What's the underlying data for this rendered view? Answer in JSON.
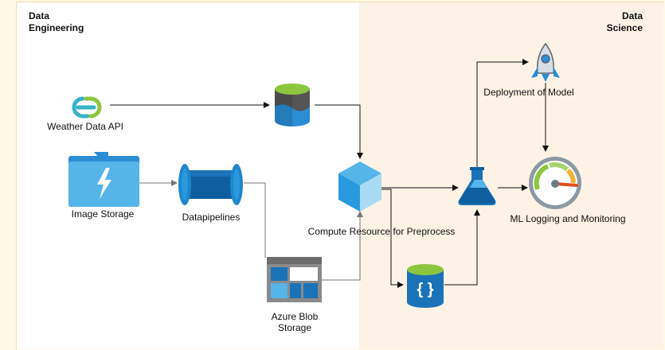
{
  "zones": {
    "left_title": "Data\nEngineering",
    "right_title": "Data\nScience"
  },
  "nodes": {
    "weather_api": "Weather Data API",
    "image_storage": "Image Storage",
    "datapipelines": "Datapipelines",
    "blob_storage": "Azure Blob\nStorage",
    "compute": "Compute Resource for Preprocess",
    "deployment": "Deployment of Model",
    "ml_logging": "ML Logging and Monitoring"
  },
  "icons": {
    "weather_api": "link-icon",
    "database": "database-icon",
    "image_storage": "folder-lightning-icon",
    "datapipelines": "pipe-icon",
    "blob_storage": "blob-grid-icon",
    "compute": "cube-icon",
    "ml_workspace": "flask-icon",
    "json_db": "json-database-icon",
    "deployment": "rocket-icon",
    "ml_logging": "gauge-icon"
  },
  "colors": {
    "azure_blue": "#2a8dd4",
    "azure_dark": "#0e5f9e",
    "green": "#8cc63f",
    "teal": "#37b3c6",
    "zone_left": "#ffffff",
    "zone_right": "#fdf2e6"
  }
}
